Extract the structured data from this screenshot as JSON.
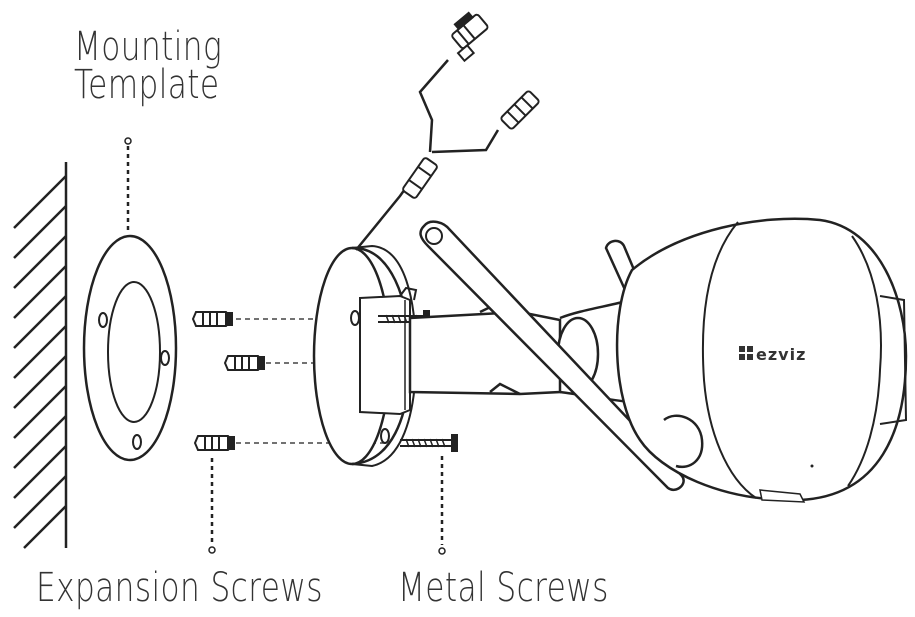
{
  "labels": {
    "mounting_template_line1": "Mounting",
    "mounting_template_line2": "Template",
    "expansion_screws": "Expansion Screws",
    "metal_screws": "Metal Screws"
  },
  "brand": {
    "logo_text": "ezviz"
  },
  "colors": {
    "line": "#222222",
    "text": "#333333",
    "background": "#ffffff"
  }
}
